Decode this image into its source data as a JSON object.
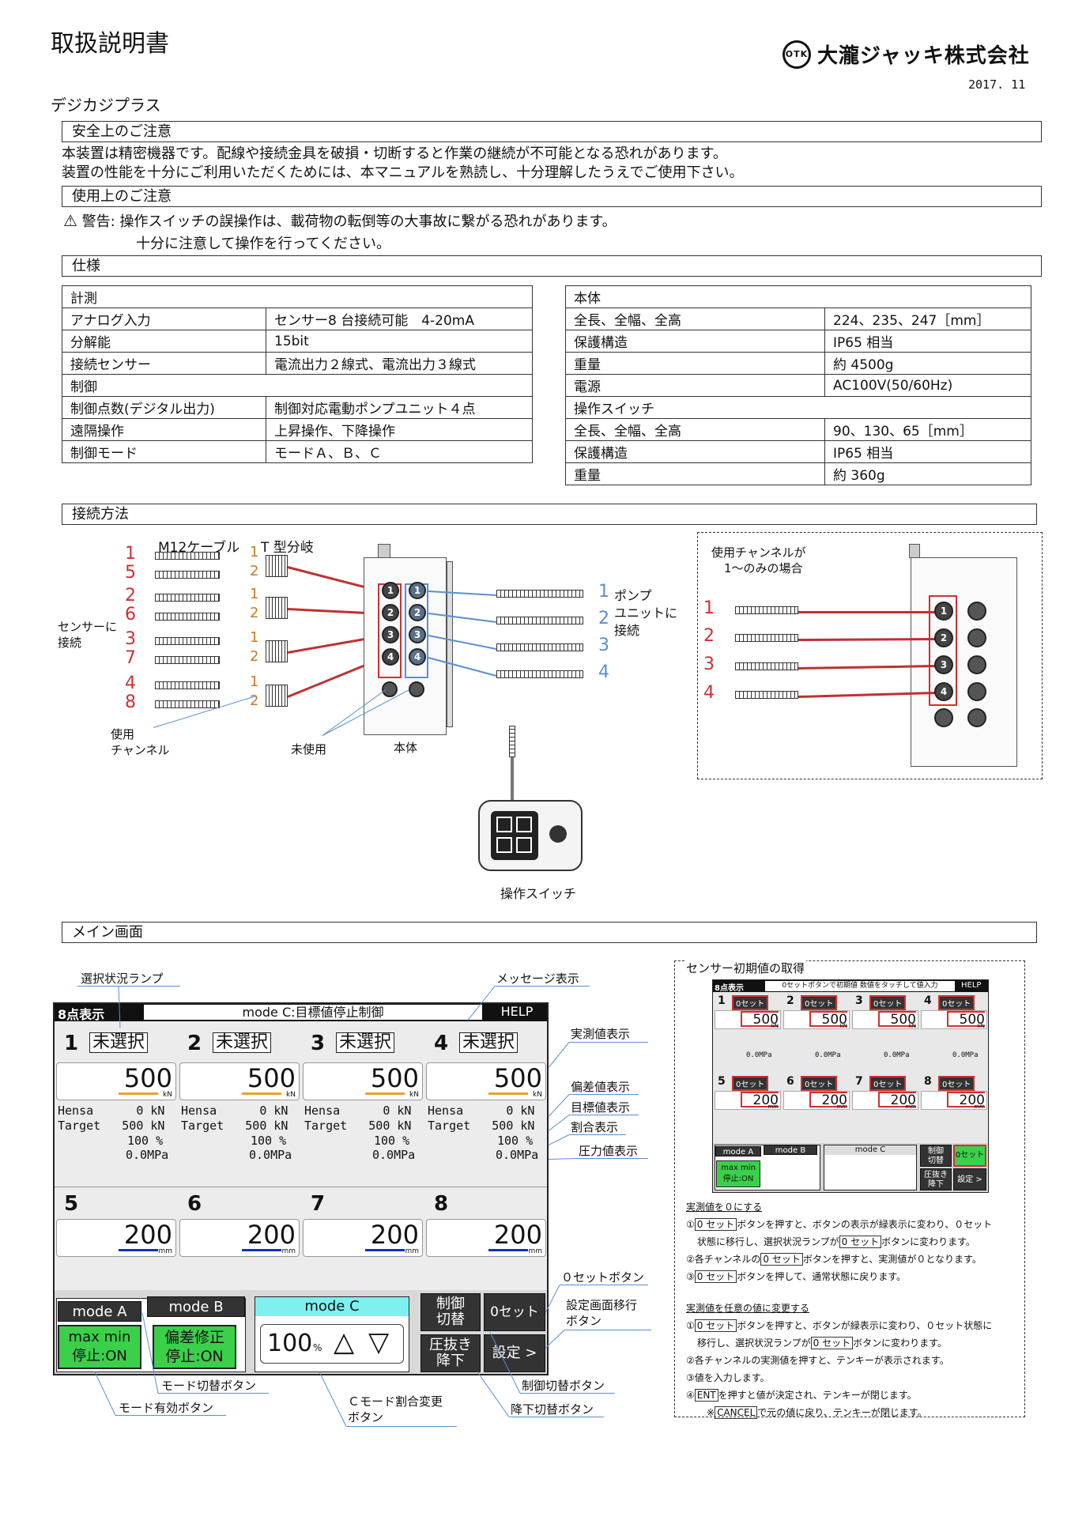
{
  "header": {
    "title": "取扱説明書",
    "company": "大瀧ジャッキ株式会社",
    "logo_text": "OTK",
    "date": "2017. 11",
    "product": "デジカジプラス"
  },
  "sections": {
    "safety": "安全上のご注意",
    "safety_lines": [
      "本装置は精密機器です。配線や接続金具を破損・切断すると作業の継続が不可能となる恐れがあります。",
      "装置の性能を十分にご利用いただくためには、本マニュアルを熟読し、十分理解したうえでご使用下さい。"
    ],
    "usage": "使用上のご注意",
    "warning_icon": "⚠",
    "warning_lines": [
      "警告: 操作スイッチの誤操作は、載荷物の転倒等の大事故に繋がる恐れがあります。",
      "十分に注意して操作を行ってください。"
    ],
    "spec": "仕様",
    "connection": "接続方法",
    "main_screen": "メイン画面"
  },
  "spec_left": [
    {
      "head": "計測"
    },
    {
      "k": "アナログ入力",
      "v": "センサー8 台接続可能　4-20mA"
    },
    {
      "k": "分解能",
      "v": "15bit"
    },
    {
      "k": "接続センサー",
      "v": "電流出力２線式、電流出力３線式"
    },
    {
      "head": "制御"
    },
    {
      "k": "制御点数(デジタル出力)",
      "v": "制御対応電動ポンプユニット４点"
    },
    {
      "k": "遠隔操作",
      "v": "上昇操作、下降操作"
    },
    {
      "k": "制御モード",
      "v": "モードＡ、Ｂ、Ｃ"
    }
  ],
  "spec_right": [
    {
      "head": "本体"
    },
    {
      "k": "全長、全幅、全高",
      "v": "224、235、247［mm］"
    },
    {
      "k": "保護構造",
      "v": "IP65 相当"
    },
    {
      "k": "重量",
      "v": "約 4500g"
    },
    {
      "k": "電源",
      "v": "AC100V(50/60Hz)"
    },
    {
      "head": "操作スイッチ"
    },
    {
      "k": "全長、全幅、全高",
      "v": "90、130、65［mm］"
    },
    {
      "k": "保護構造",
      "v": "IP65 相当"
    },
    {
      "k": "重量",
      "v": "約 360g"
    }
  ],
  "diagram": {
    "m12": "M12ケーブル",
    "tee": "T 型分岐",
    "sensor_conn": [
      "センサーに",
      "接続"
    ],
    "use_ch": [
      "使用",
      "チャンネル"
    ],
    "unused": "未使用",
    "main_body": "本体",
    "pump": [
      "ポンプ",
      "ユニットに",
      "接続"
    ],
    "switch": "操作スイッチ",
    "left_nums": [
      "1",
      "5",
      "2",
      "6",
      "3",
      "7",
      "4",
      "8"
    ],
    "tee_nums": [
      "1",
      "2"
    ],
    "port_nums": [
      "1",
      "2",
      "3",
      "4"
    ],
    "inset_title": [
      "使用チャンネルが",
      "1〜のみの場合"
    ]
  },
  "screen": {
    "top_left": "8点表示",
    "mode_msg": "mode C:目標値停止制御",
    "help": "HELP",
    "channels_top": [
      {
        "n": "1",
        "sel": "未選択",
        "val": "500",
        "unit": "kN",
        "hensa": "Hensa      0 kN",
        "target": "Target   500 kN",
        "pct": "100 %",
        "mpa": "0.0MPa"
      },
      {
        "n": "2",
        "sel": "未選択",
        "val": "500",
        "unit": "kN",
        "hensa": "Hensa      0 kN",
        "target": "Target   500 kN",
        "pct": "100 %",
        "mpa": "0.0MPa"
      },
      {
        "n": "3",
        "sel": "未選択",
        "val": "500",
        "unit": "kN",
        "hensa": "Hensa      0 kN",
        "target": "Target   500 kN",
        "pct": "100 %",
        "mpa": "0.0MPa"
      },
      {
        "n": "4",
        "sel": "未選択",
        "val": "500",
        "unit": "kN",
        "hensa": "Hensa      0 kN",
        "target": "Target   500 kN",
        "pct": "100 %",
        "mpa": "0.0MPa"
      }
    ],
    "channels_bottom": [
      {
        "n": "5",
        "val": "200",
        "unit": "mm"
      },
      {
        "n": "6",
        "val": "200",
        "unit": "mm"
      },
      {
        "n": "7",
        "val": "200",
        "unit": "mm"
      },
      {
        "n": "8",
        "val": "200",
        "unit": "mm"
      }
    ],
    "mode_a": "mode A",
    "mode_b": "mode B",
    "mode_c": "mode C",
    "maxmin": [
      "max min",
      "停止:ON"
    ],
    "hensa_fix": [
      "偏差修正",
      "停止:ON"
    ],
    "pct": "100",
    "pct_unit": "%",
    "up": "△",
    "down": "▽",
    "ctrl": [
      "制御",
      "切替"
    ],
    "zero": "0セット",
    "release": [
      "圧抜き",
      "降下"
    ],
    "setting": "設定 >",
    "colors": {
      "kn_line": "#f0a020",
      "mm_line": "#1030c0",
      "green": "#3ad04a",
      "cyan": "#7ef0f0"
    }
  },
  "annotations": {
    "sel_lamp": "選択状況ランプ",
    "message": "メッセージ表示",
    "actual": "実測値表示",
    "hensa": "偏差値表示",
    "target": "目標値表示",
    "ratio": "割合表示",
    "pressure": "圧力値表示",
    "zero_btn": "０セットボタン",
    "setting_btn": [
      "設定画面移行",
      "ボタン"
    ],
    "mode_switch": "モード切替ボタン",
    "mode_enable": "モード有効ボタン",
    "c_mode": [
      "Ｃモード割合変更",
      "ボタン"
    ],
    "ctrl_btn": "制御切替ボタン",
    "down_btn": "降下切替ボタン"
  },
  "right_panel": {
    "title": "センサー初期値の取得",
    "msg": "0セットボタンで初期値 数値をタッチして値入力",
    "help": "HELP",
    "top_left": "8点表示",
    "zero_label": "0セット",
    "vals_top": [
      "500",
      "500",
      "500",
      "500"
    ],
    "vals_bottom": [
      "200",
      "200",
      "200",
      "200"
    ],
    "mpa": "0.0MPa",
    "unit_kn": "kN",
    "unit_mm": "mm",
    "mode_a": "mode A",
    "mode_b": "mode B",
    "mode_c": "mode C",
    "maxmin": [
      "max min",
      "停止:ON"
    ],
    "ctrl": [
      "制御",
      "切替"
    ],
    "zero": "0セット",
    "release": [
      "圧抜き",
      "降下"
    ],
    "setting": "設定 >",
    "h1": "実測値を０にする",
    "s1": [
      "①",
      "0 セット",
      "ボタンを押すと、ボタンの表示が緑表示に変わり、０セット"
    ],
    "s1b": [
      "状態に移行し、選択状況ランプが",
      "0 セット",
      "ボタンに変わります。"
    ],
    "s2": [
      "②各チャンネルの",
      "0 セット",
      "ボタンを押すと、実測値が０となります。"
    ],
    "s3": [
      "③",
      "0 セット",
      "ボタンを押して、通常状態に戻ります。"
    ],
    "h2": "実測値を任意の値に変更する",
    "t1": [
      "①",
      "0 セット",
      "ボタンを押すと、ボタンが緑表示に変わり、０セット状態に"
    ],
    "t1b": [
      "移行し、選択状況ランプが",
      "0 セット",
      "ボタンに変わります。"
    ],
    "t2": "②各チャンネルの実測値を押すと、テンキーが表示されます。",
    "t3": "③値を入力します。",
    "t4": [
      "④",
      "ENT",
      "を押すと値が決定され、テンキーが閉じます。"
    ],
    "t5": [
      "※",
      "CANCEL",
      "で元の値に戻り、テンキーが閉じます。"
    ]
  }
}
